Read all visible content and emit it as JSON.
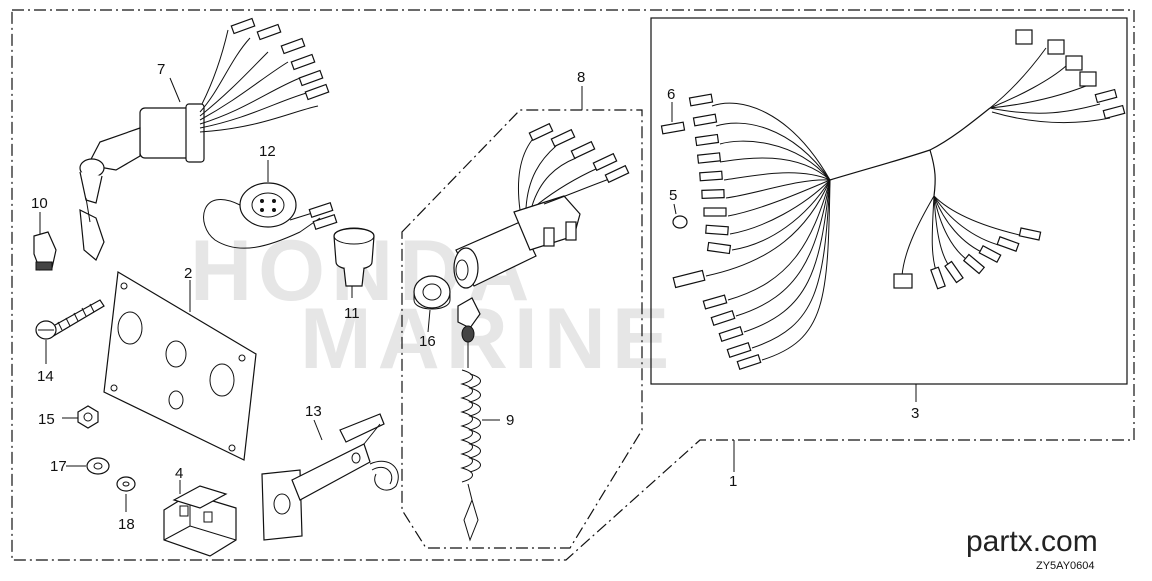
{
  "watermark": {
    "line1": "HONDA",
    "line2": "MARINE"
  },
  "footer": {
    "site": "partx.com",
    "code": "ZY5AY0604"
  },
  "parts": [
    {
      "id": "p1",
      "number": "1"
    },
    {
      "id": "p2",
      "number": "2"
    },
    {
      "id": "p3",
      "number": "3"
    },
    {
      "id": "p4",
      "number": "4"
    },
    {
      "id": "p5",
      "number": "5"
    },
    {
      "id": "p6",
      "number": "6"
    },
    {
      "id": "p7",
      "number": "7"
    },
    {
      "id": "p8",
      "number": "8"
    },
    {
      "id": "p9",
      "number": "9"
    },
    {
      "id": "p10",
      "number": "10"
    },
    {
      "id": "p11",
      "number": "11"
    },
    {
      "id": "p12",
      "number": "12"
    },
    {
      "id": "p13",
      "number": "13"
    },
    {
      "id": "p14",
      "number": "14"
    },
    {
      "id": "p15",
      "number": "15"
    },
    {
      "id": "p16",
      "number": "16"
    },
    {
      "id": "p17",
      "number": "17"
    },
    {
      "id": "p18",
      "number": "18"
    }
  ]
}
